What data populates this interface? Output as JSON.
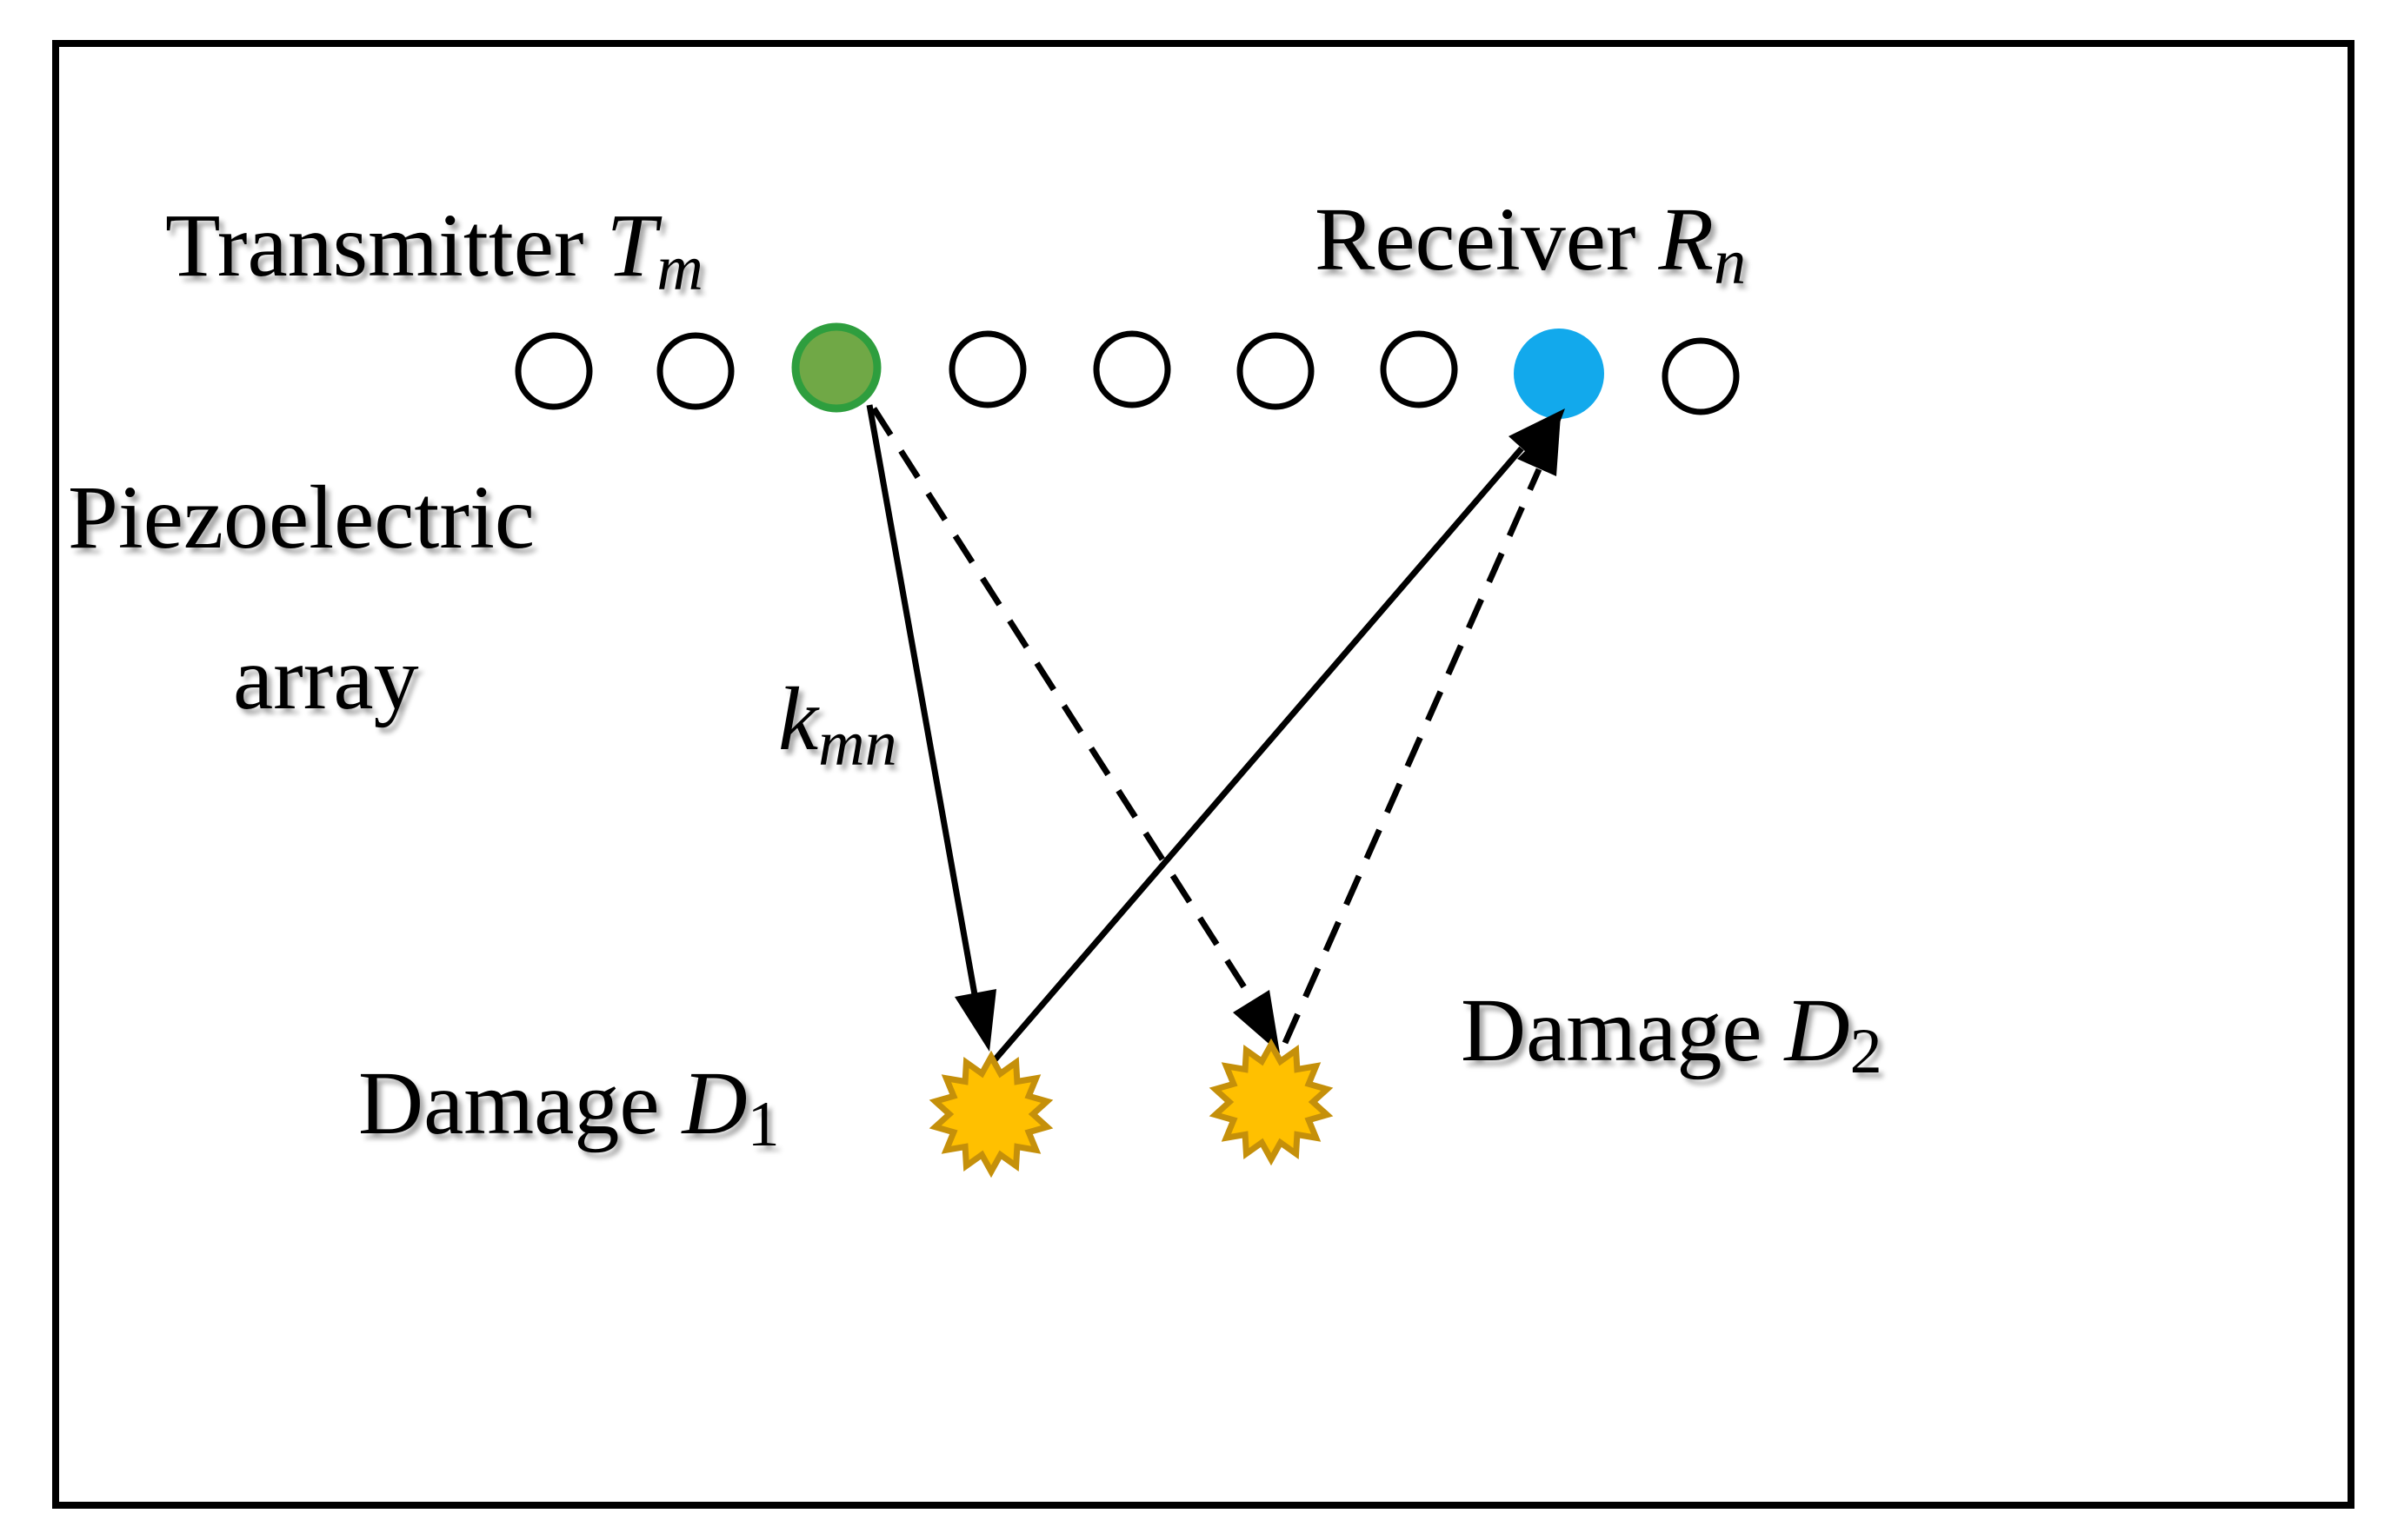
{
  "labels": {
    "transmitter": {
      "text": "Transmitter ",
      "symbol": "T",
      "subscript": "m"
    },
    "receiver": {
      "text": "Receiver ",
      "symbol": "R",
      "subscript": "n"
    },
    "array_line1": "Piezoelectric",
    "array_line2": "array",
    "path": {
      "symbol": "k",
      "subscript": "mn"
    },
    "damage1": {
      "text": "Damage ",
      "symbol": "D",
      "subscript": "1"
    },
    "damage2": {
      "text": "Damage ",
      "symbol": "D",
      "subscript": "2"
    }
  },
  "array": {
    "element_count": 9,
    "transmitter_index": 3,
    "receiver_index": 8
  },
  "colors": {
    "border": "#000000",
    "transmitter_fill": "#70a846",
    "transmitter_stroke": "#2e9e3e",
    "receiver_fill": "#12a9ec",
    "damage_fill": "#ffc000",
    "damage_stroke": "#c5900a",
    "arrow": "#000000"
  },
  "paths": {
    "solid": [
      "transmitter-to-damage1",
      "damage1-to-receiver"
    ],
    "dashed": [
      "transmitter-to-damage2",
      "damage2-to-receiver"
    ]
  }
}
